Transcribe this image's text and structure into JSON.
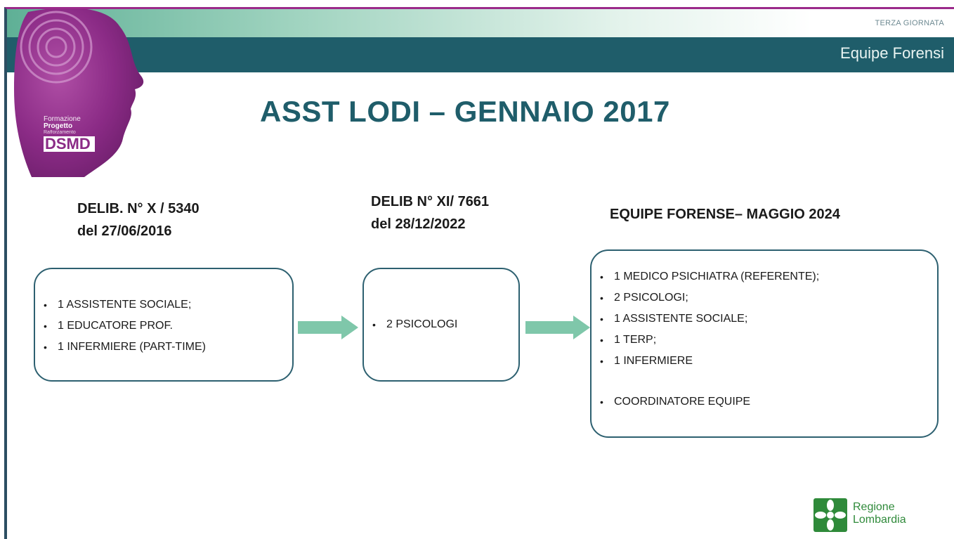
{
  "header": {
    "top_label": "TERZA GIORNATA",
    "section": "Equipe Forensi"
  },
  "logo": {
    "line1": "Formazione",
    "line2": "Progetto",
    "line3": "Rafforzamento",
    "acronym": "DSMD"
  },
  "title": "ASST LODI – GENNAIO 2017",
  "columns": [
    {
      "heading_line1": "DELIB. N° X / 5340",
      "heading_line2": "del 27/06/2016",
      "items": [
        "1 ASSISTENTE SOCIALE;",
        "1 EDUCATORE PROF.",
        "1 INFERMIERE (PART-TIME)"
      ]
    },
    {
      "heading_line1": "DELIB N° XI/ 7661",
      "heading_line2": "del 28/12/2022",
      "items": [
        "2 PSICOLOGI"
      ]
    },
    {
      "heading_line1": "EQUIPE FORENSE– MAGGIO 2024",
      "items": [
        "1 MEDICO PSICHIATRA (REFERENTE);",
        "2 PSICOLOGI;",
        "1 ASSISTENTE SOCIALE;",
        "1 TERP;",
        "1 INFERMIERE",
        "COORDINATORE EQUIPE"
      ]
    }
  ],
  "footer_logo": {
    "line1": "Regione",
    "line2": "Lombardia"
  },
  "colors": {
    "teal_dark": "#1f5d6a",
    "green_light": "#9fd3bf",
    "arrow": "#7fc7aa",
    "logo_purple": "#8b2b86",
    "regione_green": "#2f8a3a"
  }
}
